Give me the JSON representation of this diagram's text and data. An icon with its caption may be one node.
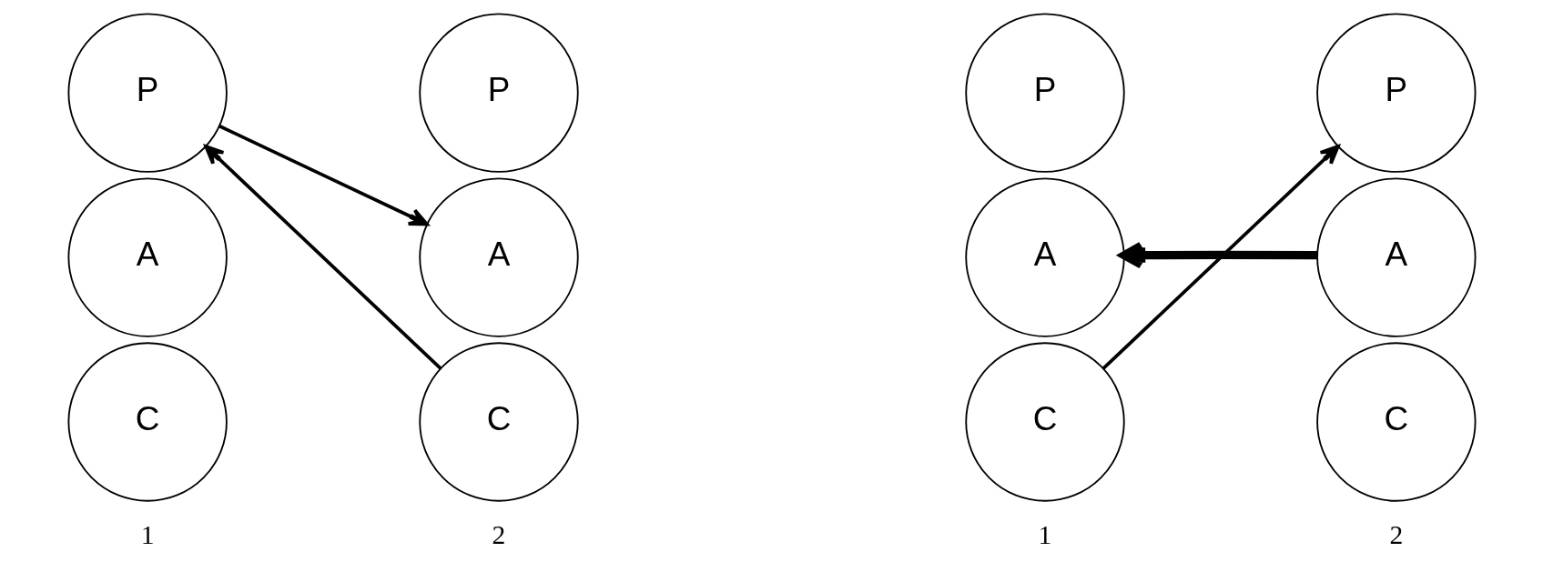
{
  "diagram": {
    "nodes": [
      {
        "text": [
          "P"
        ]
      },
      {
        "text": [
          "A"
        ]
      },
      {
        "text": [
          "C"
        ]
      },
      {
        "text": [
          "P"
        ]
      },
      {
        "text": [
          "A"
        ]
      },
      {
        "text": [
          "C"
        ]
      },
      {
        "text": [
          "P"
        ]
      },
      {
        "text": [
          "A"
        ]
      },
      {
        "text": [
          "C"
        ]
      },
      {
        "text": [
          "P"
        ]
      },
      {
        "text": [
          "A"
        ]
      },
      {
        "text": [
          "C"
        ]
      }
    ],
    "edges": [
      {
        "from": 0,
        "to": 4,
        "arrow": "to"
      },
      {
        "from": 5,
        "to": 0,
        "arrow": "to"
      },
      {
        "from": 10,
        "to": 7,
        "arrow": "to",
        "style": "thick"
      },
      {
        "from": 8,
        "to": 9,
        "arrow": "to"
      }
    ],
    "labels": [
      "1",
      "2",
      "1",
      "2"
    ]
  }
}
